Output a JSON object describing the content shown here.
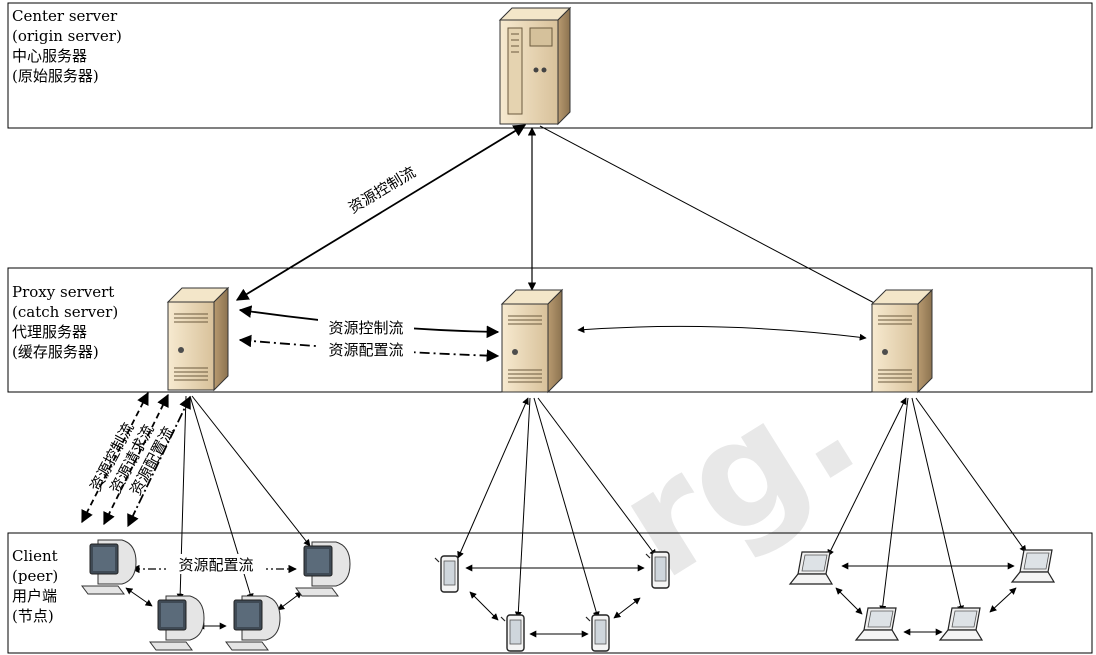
{
  "tiers": {
    "center": {
      "line1": "Center server",
      "line2": "(origin server)",
      "line3": "中心服务器",
      "line4": "(原始服务器)"
    },
    "proxy": {
      "line1": "Proxy servert",
      "line2": "(catch server)",
      "line3": "代理服务器",
      "line4": "(缓存服务器)"
    },
    "client": {
      "line1": "Client",
      "line2": "(peer)",
      "line3": "用户端",
      "line4": "(节点)"
    }
  },
  "flows": {
    "center_proxy": "资源控制流",
    "proxy_control": "资源控制流",
    "proxy_config": "资源配置流",
    "client_control": "资源控制流",
    "client_request": "资源请求流",
    "client_config": "资源配置流",
    "peer_config": "资源配置流"
  },
  "watermark": "rg."
}
